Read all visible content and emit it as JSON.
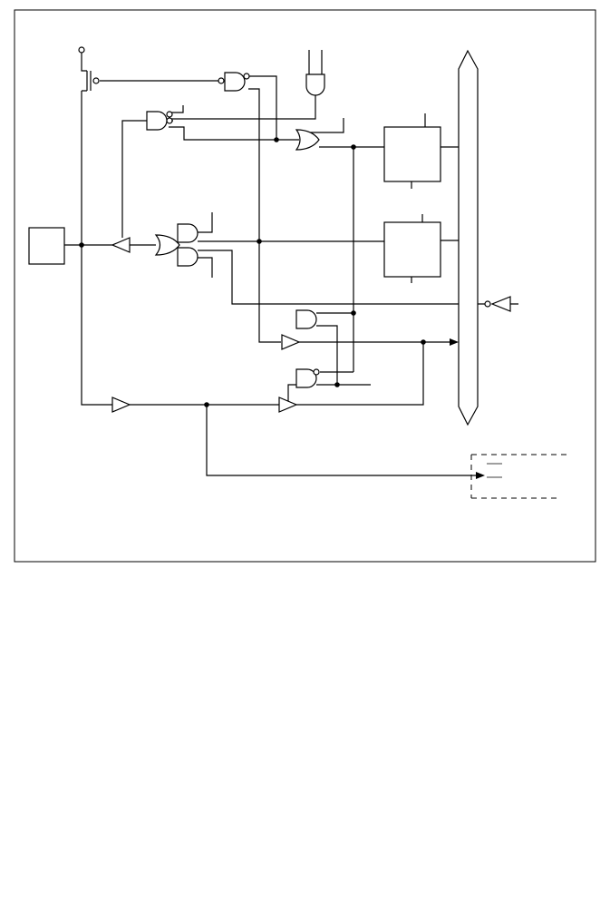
{
  "diagram": {
    "title": "",
    "colors": {
      "line": "#000000",
      "background": "#ffffff"
    },
    "components": {
      "pin_pad": "pin-pad-box",
      "registers": [
        "register-upper",
        "register-lower"
      ],
      "bus": "internal-data-bus",
      "output_module": "dashed-output-module"
    },
    "labels": {
      "pin_pad": "",
      "register_upper": "",
      "register_lower": "",
      "module": ""
    }
  }
}
